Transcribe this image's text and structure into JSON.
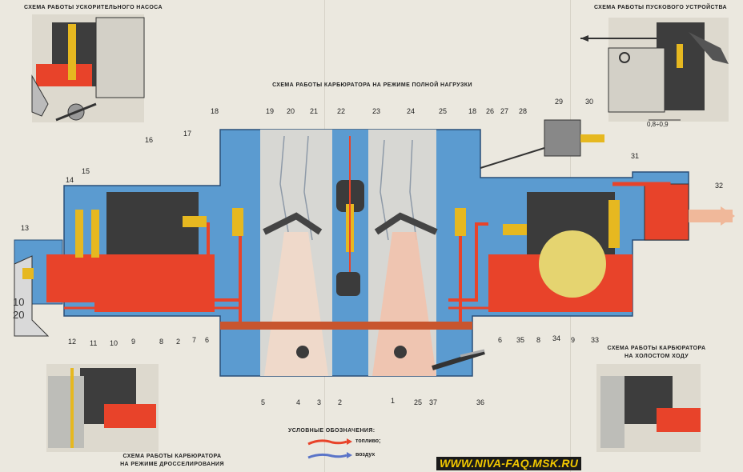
{
  "captions": {
    "accelerator_pump": "СХЕМА РАБОТЫ УСКОРИТЕЛЬНОГО НАСОСА",
    "starter": "СХЕМА РАБОТЫ ПУСКОВОГО УСТРОЙСТВА",
    "full_load": "СХЕМА РАБОТЫ КАРБЮРАТОРА НА РЕЖИМЕ ПОЛНОЙ НАГРУЗКИ",
    "idle_line1": "СХЕМА РАБОТЫ КАРБЮРАТОРА",
    "idle_line2": "НА ХОЛОСТОМ ХОДУ",
    "throttling_line1": "СХЕМА РАБОТЫ КАРБЮРАТОРА",
    "throttling_line2": "НА РЕЖИМЕ ДРОССЕЛИРОВАНИЯ"
  },
  "starter_gap": "0,8÷0,9",
  "lever_labels": [
    "10",
    "20"
  ],
  "legend": {
    "title": "УСЛОВНЫЕ ОБОЗНАЧЕНИЯ:",
    "fuel": "топливо;",
    "air": "воздух",
    "colors": {
      "fuel": "#e8432a",
      "air": "#5a74c8"
    }
  },
  "website": "WWW.NIVA-FAQ.MSK.RU",
  "numbers_top": [
    "18",
    "19",
    "20",
    "21",
    "22",
    "23",
    "24",
    "25",
    "18",
    "26",
    "27",
    "28",
    "29",
    "30"
  ],
  "numbers_side": [
    "14",
    "15",
    "16",
    "17",
    "13",
    "31",
    "32"
  ],
  "numbers_bottom_left": [
    "12",
    "11",
    "10",
    "9",
    "8",
    "2",
    "7",
    "6"
  ],
  "numbers_bottom_right": [
    "6",
    "35",
    "8",
    "34",
    "9",
    "33"
  ],
  "numbers_lower": [
    "5",
    "4",
    "3",
    "2",
    "1",
    "25",
    "37",
    "36"
  ],
  "colors": {
    "body": "#5b9bd0",
    "fuel": "#e8432a",
    "dark": "#3b3b3b",
    "brass": "#e6b820",
    "bg": "#ebe8df"
  }
}
